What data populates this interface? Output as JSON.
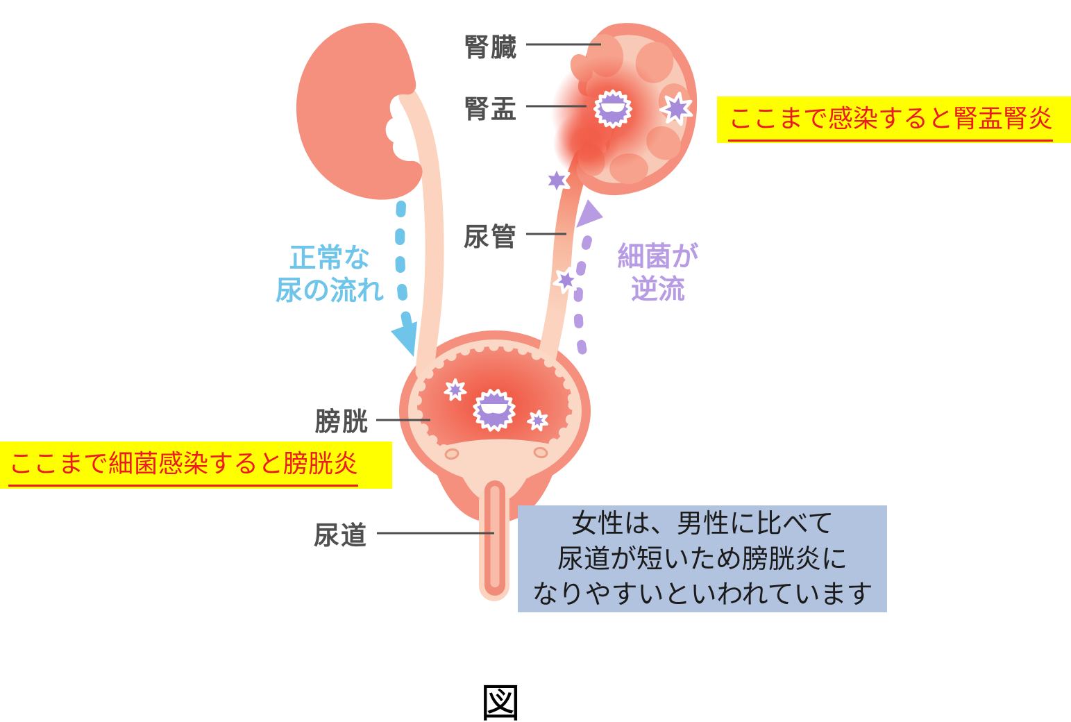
{
  "page": {
    "background": "#FFFFFF",
    "caption": "図"
  },
  "anatomy_labels": {
    "kidney": "腎臓",
    "renal_pelvis": "腎盂",
    "ureter": "尿管",
    "bladder": "膀胱",
    "urethra": "尿道"
  },
  "flow_annotations": {
    "normal_flow": {
      "line1": "正常な",
      "line2": "尿の流れ",
      "color": "#6FC4EA"
    },
    "bacteria_backflow": {
      "line1": "細菌が",
      "line2": "逆流",
      "color": "#B79BE3"
    }
  },
  "callouts": {
    "pyelonephritis": {
      "text": "ここまで感染すると腎盂腎炎",
      "text_color": "#EC1B23",
      "background": "#FFFF00"
    },
    "cystitis": {
      "text": "ここまで細菌感染すると膀胱炎",
      "text_color": "#EC1B23",
      "background": "#FFFF00"
    }
  },
  "info_box": {
    "background": "#B2C3E0",
    "lines": [
      "女性は、男性に比べて",
      "尿道が短いため膀胱炎に",
      "なりやすいといわれています"
    ]
  },
  "icons": {
    "bacteria_germ": "bacteria-germ-icon",
    "bacteria_star": "bacteria-star-icon",
    "down_arrow": "normal-flow-arrow-icon",
    "up_arrow": "backflow-arrow-icon"
  },
  "colors": {
    "organ_salmon": "#F5907E",
    "organ_peach": "#FBD3BE",
    "kidney_inner": "#F9C9B8",
    "kidney_lobe": "#F6A28D",
    "infection_red": "#F15B46",
    "bacteria_purple": "#A78BDB",
    "normal_flow_blue": "#6FC4EA",
    "backflow_purple": "#B79BE3",
    "label_gray": "#4F4F4F"
  }
}
